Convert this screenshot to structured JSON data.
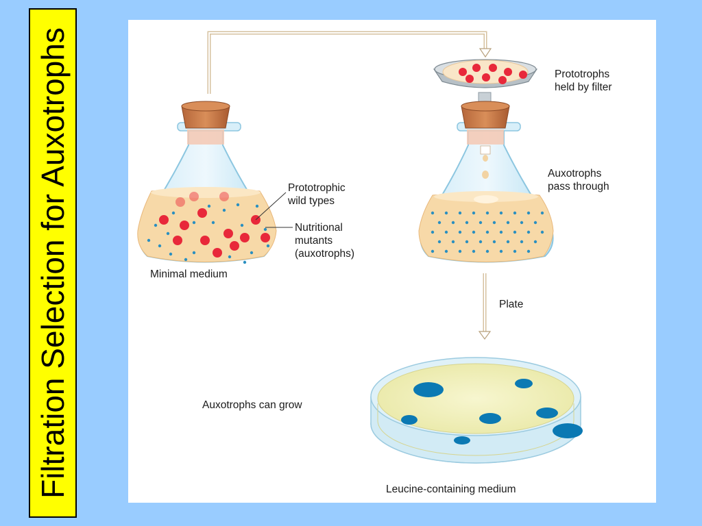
{
  "title": "Filtration Selection for Auxotrophs",
  "labels": {
    "prototrophs_held": [
      "Prototrophs",
      "held by filter"
    ],
    "prototrophic_wild": [
      "Prototrophic",
      "wild types"
    ],
    "nutritional_mutants": [
      "Nutritional",
      "mutants",
      "(auxotrophs)"
    ],
    "minimal_medium": "Minimal medium",
    "auxotrophs_pass": [
      "Auxotrophs",
      "pass through"
    ],
    "plate": "Plate",
    "auxotrophs_grow": "Auxotrophs can grow",
    "leucine_medium": "Leucine-containing medium"
  },
  "colors": {
    "background": "#99ccff",
    "title_box": "#ffff00",
    "prototroph": "#e8283a",
    "auxotroph": "#2a8fc0",
    "colony": "#0b79b3",
    "cork": "#c97a45",
    "medium": "#f7d9a8"
  },
  "icons": [
    "flask-icon",
    "filter-funnel-icon",
    "petri-dish-icon",
    "cork-icon",
    "arrow-icon"
  ]
}
